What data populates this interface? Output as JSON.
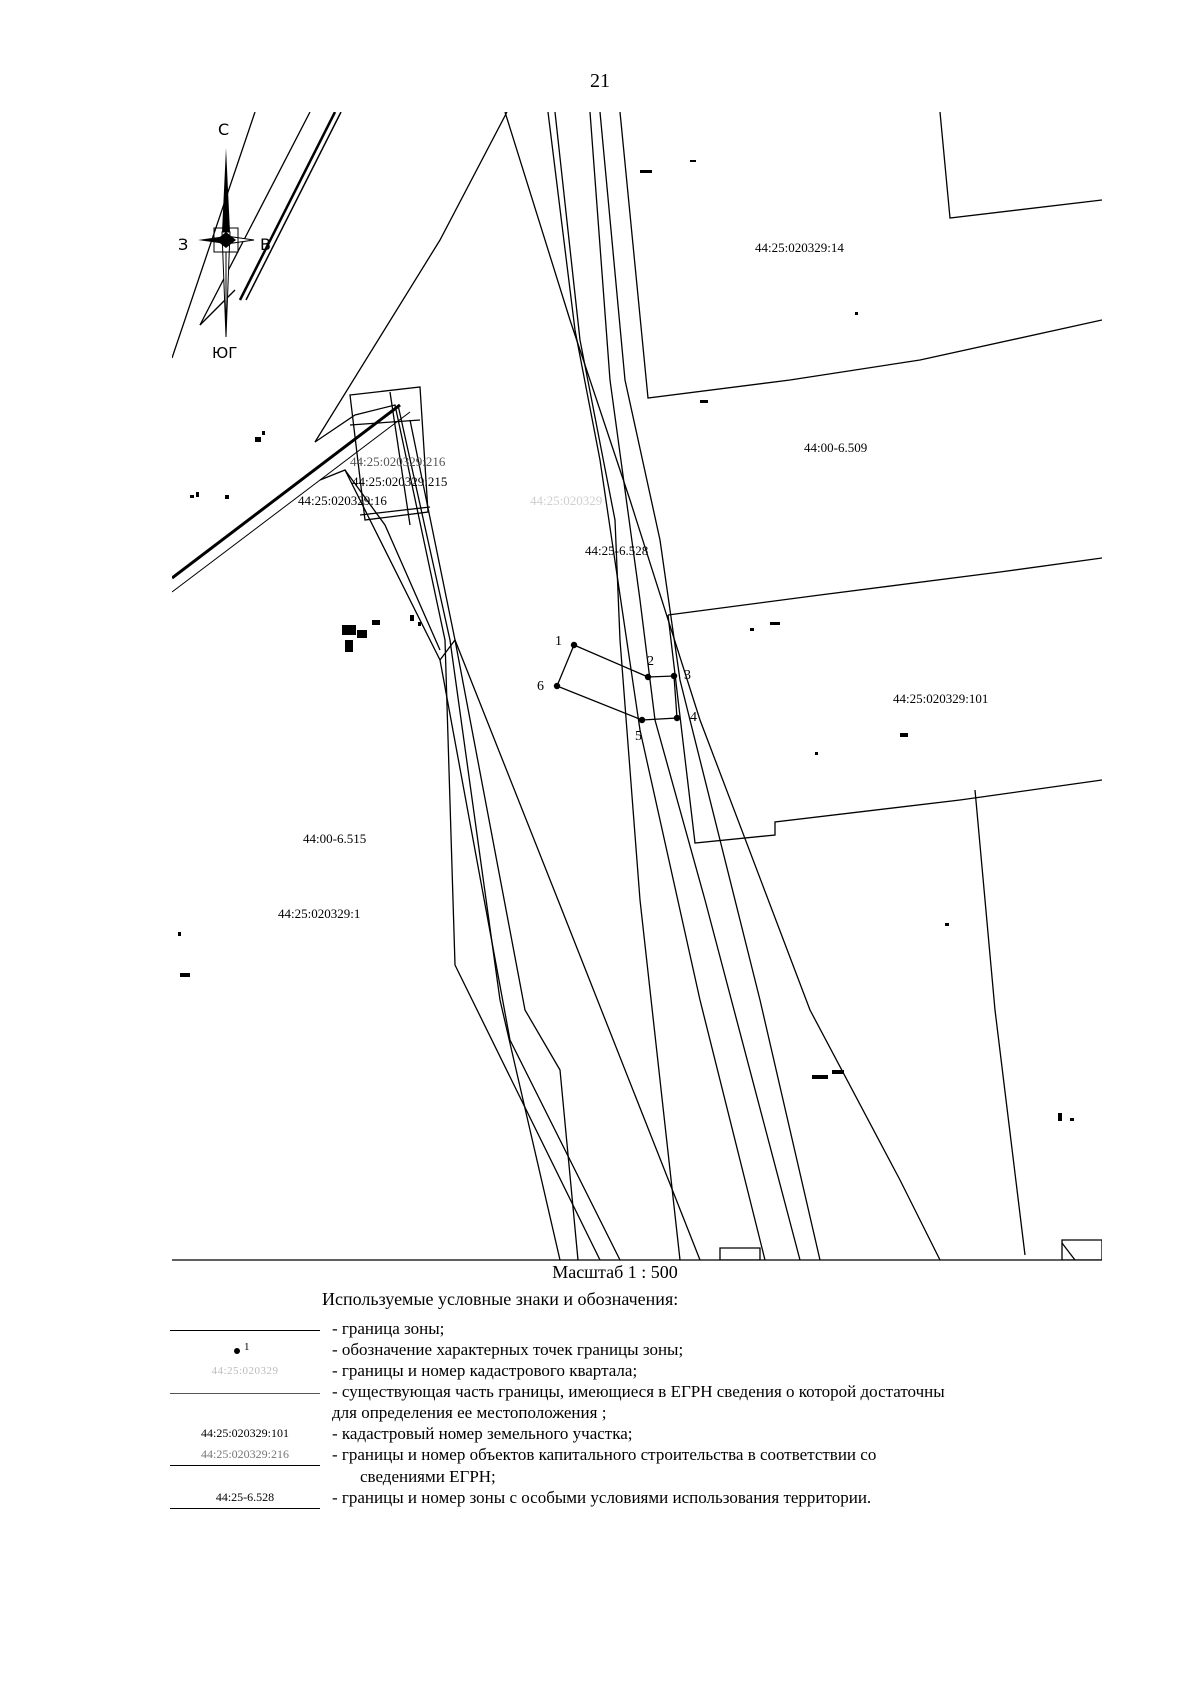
{
  "page_number": "21",
  "compass": {
    "north": "С",
    "south": "ЮГ",
    "west": "З",
    "east": "В"
  },
  "map_labels": {
    "parcel_14": "44:25:020329:14",
    "zone_509": "44:00-6.509",
    "building_216": "44:25:020329:216",
    "building_215": "44:25:020329:215",
    "parcel_16": "44:25:020329:16",
    "zone_528": "44:25-6.528",
    "parcel_101": "44:25:020329:101",
    "zone_515": "44:00-6.515",
    "parcel_1": "44:25:020329:1",
    "ghost_quarter": "44:25:020329"
  },
  "points": [
    "1",
    "2",
    "3",
    "4",
    "5",
    "6"
  ],
  "scale": "Масштаб 1 : 500",
  "legend": {
    "title": "Используемые условные знаки и обозначения:",
    "symbol_point_label": "1",
    "symbol_quarter": "44:25:020329",
    "symbol_parcel": "44:25:020329:101",
    "symbol_building": "44:25:020329:216",
    "symbol_zone": "44:25-6.528",
    "items": [
      "- граница зоны;",
      "- обозначение характерных точек границы зоны;",
      "- границы и номер кадастрового квартала;",
      "- существующая часть границы, имеющиеся в ЕГРН сведения о которой достаточны",
      "для определения ее местоположения ;",
      "- кадастровый номер земельного участка;",
      "- границы и номер объектов капитального строительства в соответствии со",
      "сведениями ЕГРН;",
      "- границы и номер зоны с особыми условиями использования территории."
    ]
  }
}
